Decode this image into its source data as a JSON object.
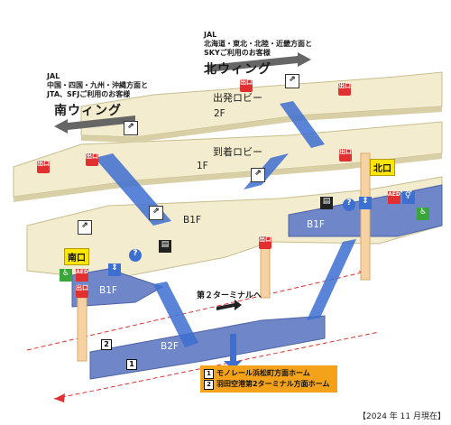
{
  "north_wing": {
    "airline_line1": "JAL",
    "airline_line2": "北海道・東北・北陸・近畿方面と",
    "airline_line3": "SKYご利用のお客様",
    "label": "北ウィング"
  },
  "south_wing": {
    "airline_line1": "JAL",
    "airline_line2": "中国・四国・九州・沖縄方面と",
    "airline_line3": "JTA、SFJご利用のお客様",
    "label": "南ウィング"
  },
  "floors": {
    "f2": "2F",
    "departure_lobby": "出発ロビー",
    "f1": "1F",
    "arrival_lobby": "到着ロビー",
    "b1f": "B1F",
    "b1f_right": "B1F",
    "b1f_left": "B1F",
    "b2f": "B2F"
  },
  "exits": {
    "north": "北口",
    "south": "南口",
    "icon_text": "出口"
  },
  "terminal2_direction": "第２ターミナルへ",
  "platforms": [
    {
      "number": "1",
      "name": "モノレール浜松町方面ホーム"
    },
    {
      "number": "2",
      "name": "羽田空港第2ターミナル方面ホーム"
    }
  ],
  "date_note": "【2024 年 11 月現在】",
  "colors": {
    "floor_fill": "#f3eccf",
    "floor_edge": "#c8bd8e",
    "platform": "#6f86c8",
    "escalator": "#3d6fd0",
    "exit_red": "#e03030",
    "exit_yellow": "#ffe600",
    "pillar": "#f6d2a2",
    "legend_bg": "#f3a21a",
    "arrow": "#666666"
  },
  "icons": [
    "escalator-icon",
    "elevator-icon",
    "info-icon",
    "ticket-icon",
    "aed-icon",
    "restroom-icon",
    "wheelchair-icon",
    "exit-icon"
  ]
}
